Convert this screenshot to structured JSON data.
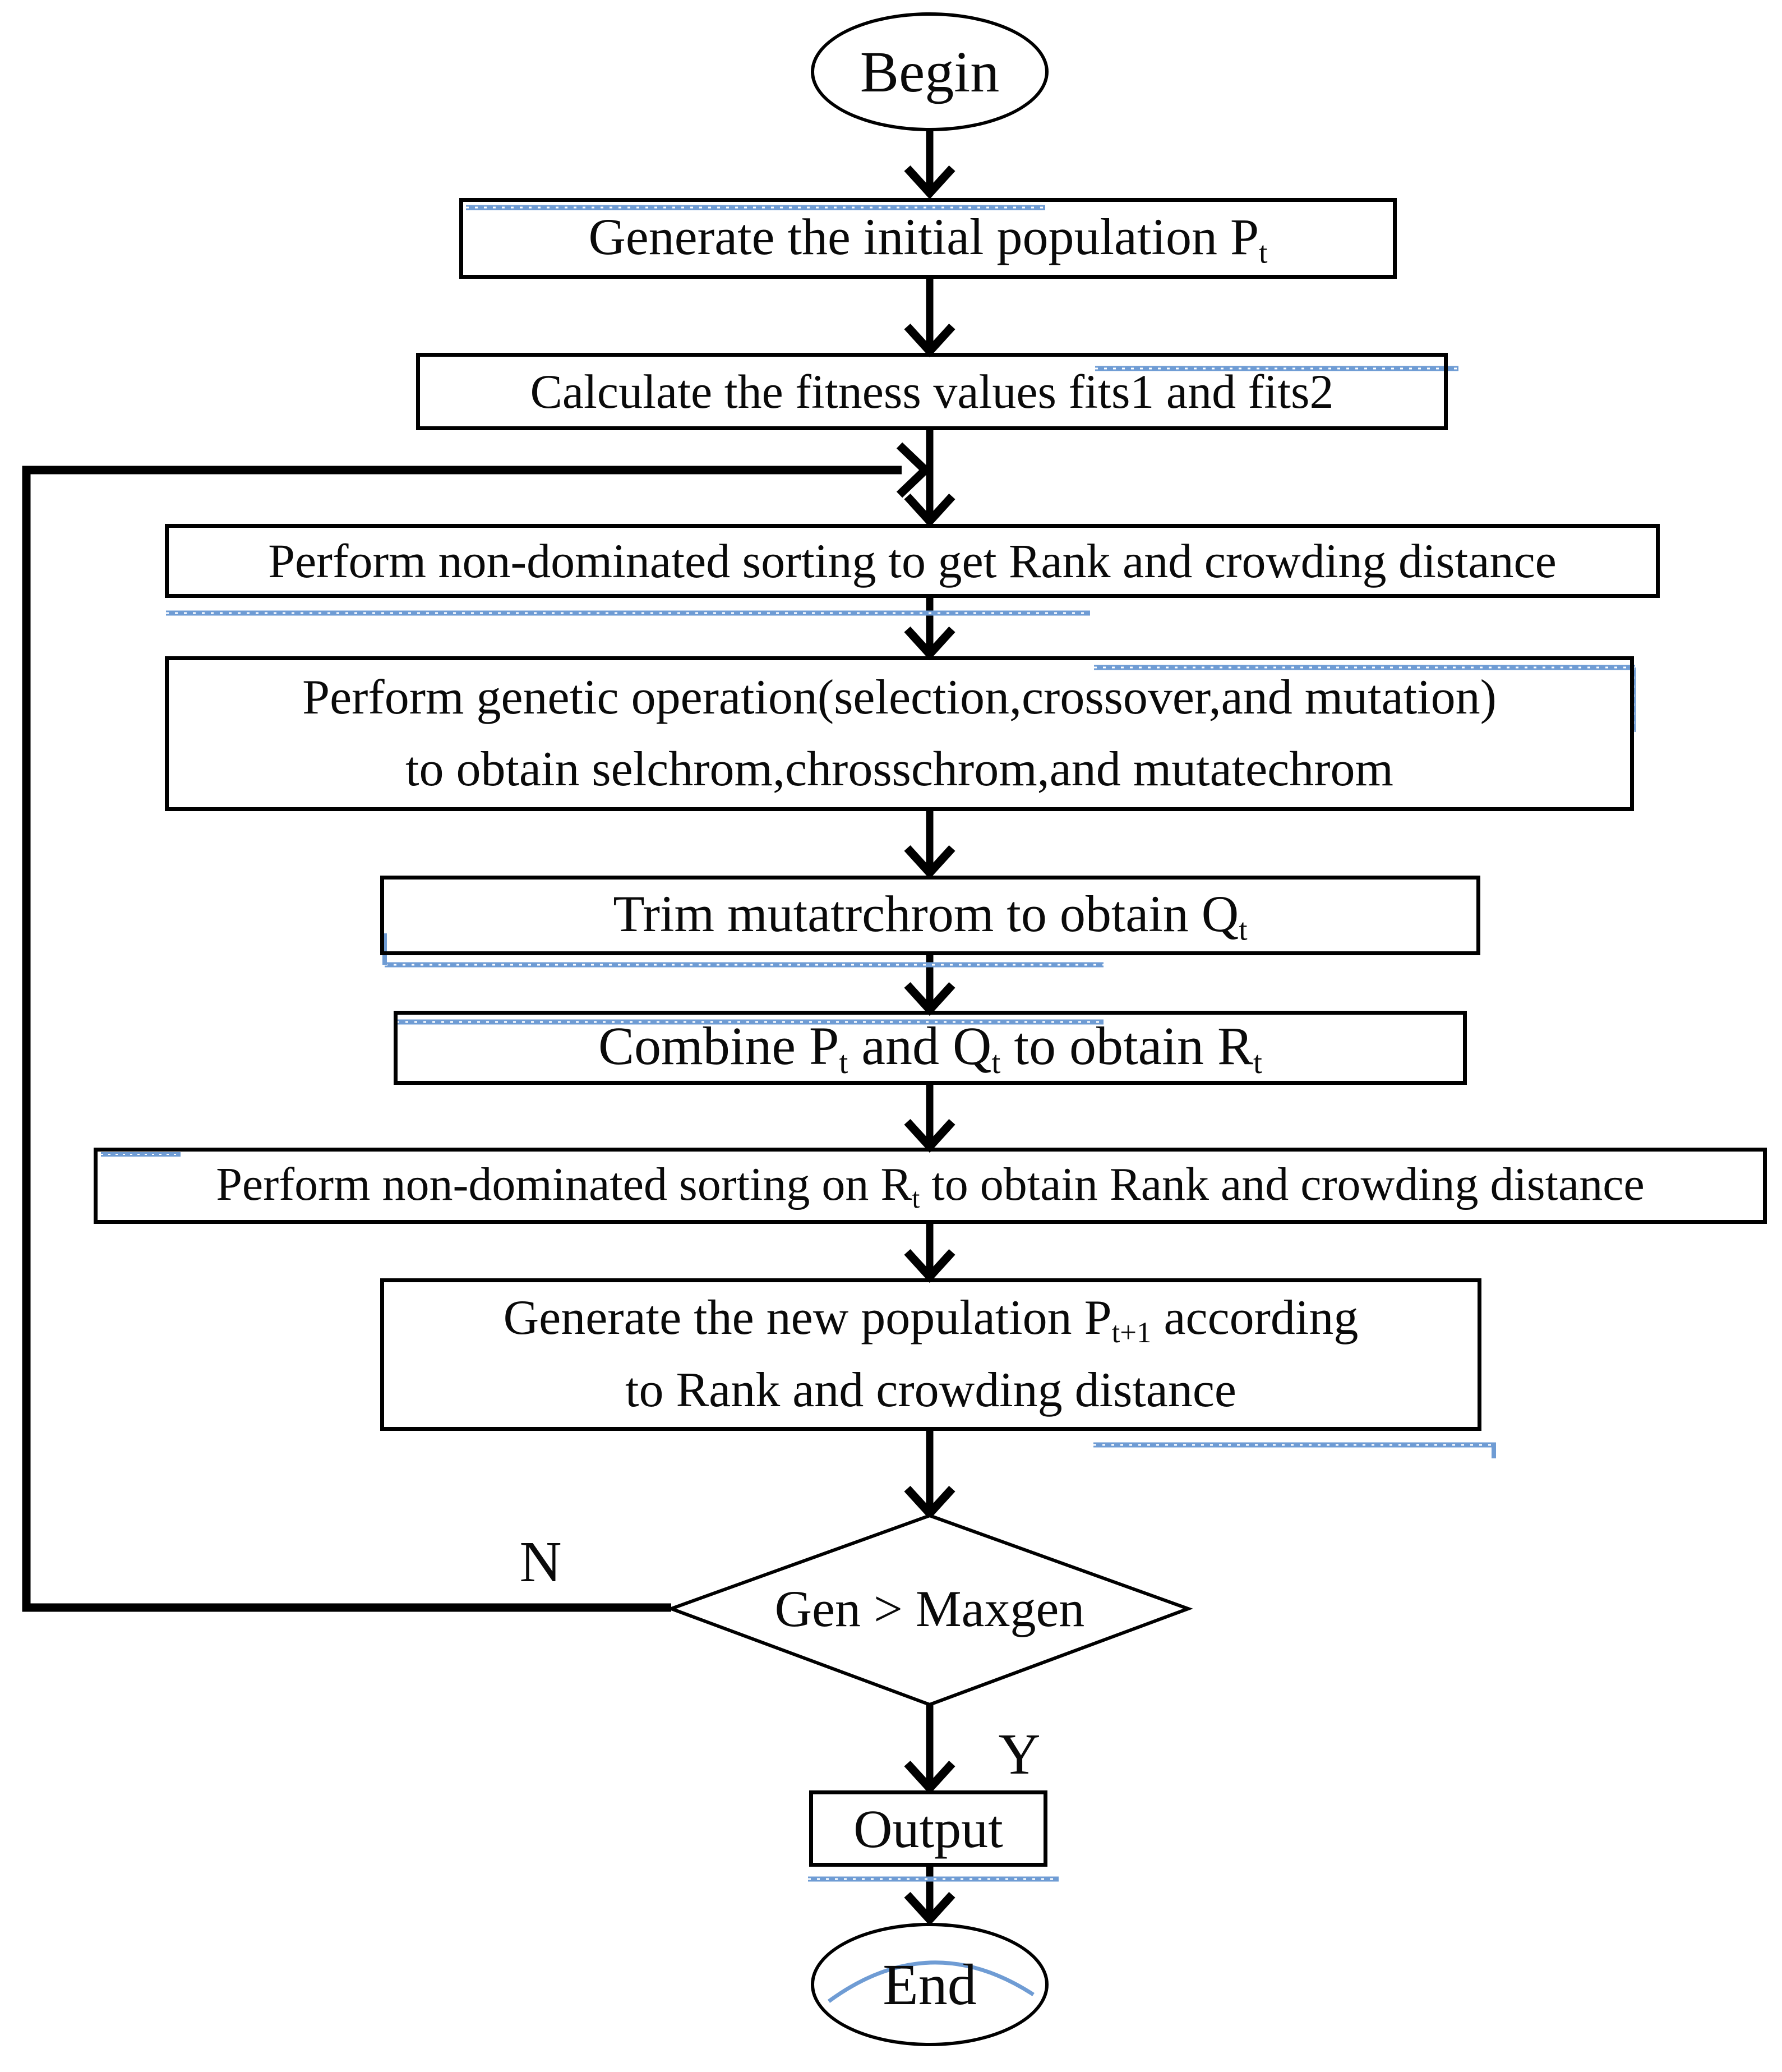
{
  "palette": {
    "line_color": "#000000",
    "artifact_blue": "#6f9cd4"
  },
  "nodes": {
    "begin": {
      "label": "Begin"
    },
    "generate_initial": {
      "text": "Generate the initial population P",
      "sub": "t"
    },
    "calc_fitness": {
      "text": "Calculate the fitness values fits1 and fits2"
    },
    "sort_initial": {
      "text": "Perform non-dominated sorting to get Rank and crowding distance"
    },
    "genetic_op": {
      "line1": "Perform genetic operation(selection,crossover,and mutation)",
      "line2": "to obtain selchrom,chrosschrom,and mutatechrom"
    },
    "trim": {
      "text": "Trim mutatrchrom to obtain Q",
      "sub": "t"
    },
    "combine": {
      "t1": "Combine P",
      "s1": "t",
      "t2": " and Q",
      "s2": "t",
      "t3": " to obtain R",
      "s3": "t"
    },
    "sort_rt": {
      "t1": "Perform non-dominated sorting on R",
      "s1": "t",
      "t2": " to obtain Rank and crowding distance"
    },
    "new_pop": {
      "t1": "Generate the new population P",
      "s1": "t+1",
      "t2": " according",
      "line2": "to Rank and crowding distance"
    },
    "decision": {
      "label": "Gen > Maxgen"
    },
    "output": {
      "label": "Output"
    },
    "end": {
      "label": "End"
    }
  },
  "edges": {
    "no_label": "N",
    "yes_label": "Y"
  }
}
